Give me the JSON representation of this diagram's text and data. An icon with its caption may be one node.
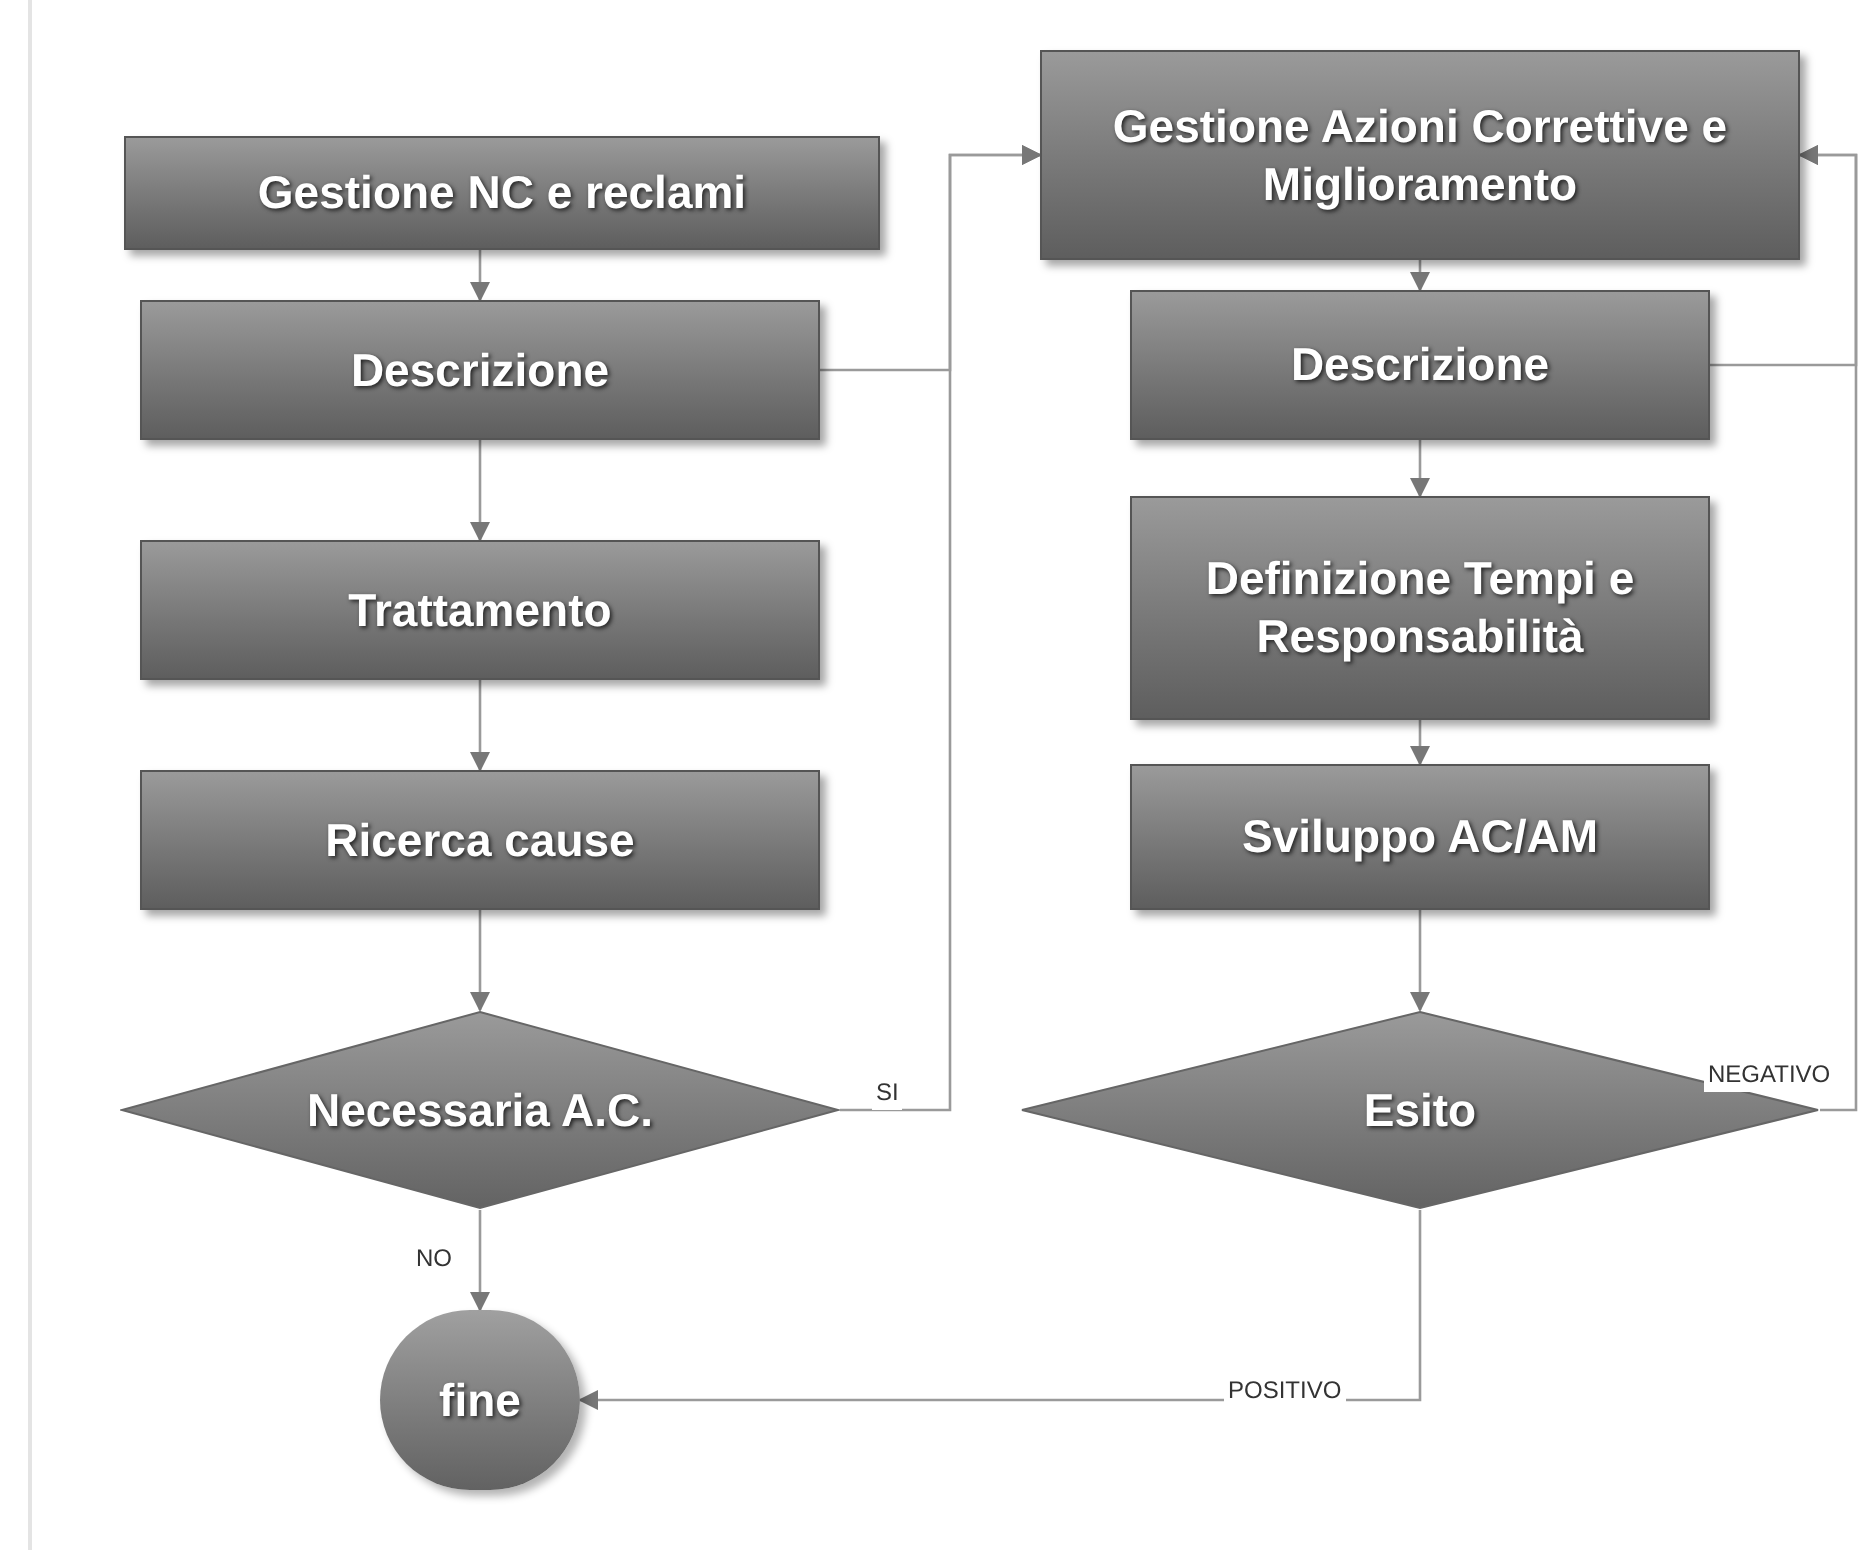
{
  "diagram": {
    "nodes": [
      {
        "text": [
          "Gestione NC e reclami"
        ]
      },
      {
        "text": [
          "Descrizione"
        ]
      },
      {
        "text": [
          "Trattamento"
        ]
      },
      {
        "text": [
          "Ricerca cause"
        ]
      },
      {
        "text": [
          "Necessaria A.C."
        ]
      },
      {
        "text": [
          "fine"
        ]
      },
      {
        "text": [
          "Gestione Azioni Correttive e Miglioramento"
        ]
      },
      {
        "text": [
          "Descrizione"
        ]
      },
      {
        "text": [
          "Definizione Tempi e Responsabilità"
        ]
      },
      {
        "text": [
          "Sviluppo AC/AM"
        ]
      },
      {
        "text": [
          "Esito"
        ]
      }
    ],
    "edges": [
      {
        "from": 0,
        "to": 1,
        "arrow": "to"
      },
      {
        "from": 1,
        "to": 2,
        "arrow": "to"
      },
      {
        "from": 2,
        "to": 3,
        "arrow": "to"
      },
      {
        "from": 3,
        "to": 4,
        "arrow": "to"
      },
      {
        "from": 4,
        "to": 6,
        "arrow": "to",
        "label": "SI"
      },
      {
        "from": 4,
        "to": 5,
        "arrow": "to",
        "label": "NO"
      },
      {
        "from": 1,
        "to": 6,
        "arrow": "to"
      },
      {
        "from": 6,
        "to": 7,
        "arrow": "to"
      },
      {
        "from": 7,
        "to": 8,
        "arrow": "to"
      },
      {
        "from": 8,
        "to": 9,
        "arrow": "to"
      },
      {
        "from": 9,
        "to": 10,
        "arrow": "to"
      },
      {
        "from": 10,
        "to": 5,
        "arrow": "to",
        "label": "POSITIVO"
      },
      {
        "from": 10,
        "to": 6,
        "arrow": "to",
        "label": "NEGATIVO"
      },
      {
        "from": 7,
        "to": 6,
        "arrow": "to"
      }
    ]
  }
}
